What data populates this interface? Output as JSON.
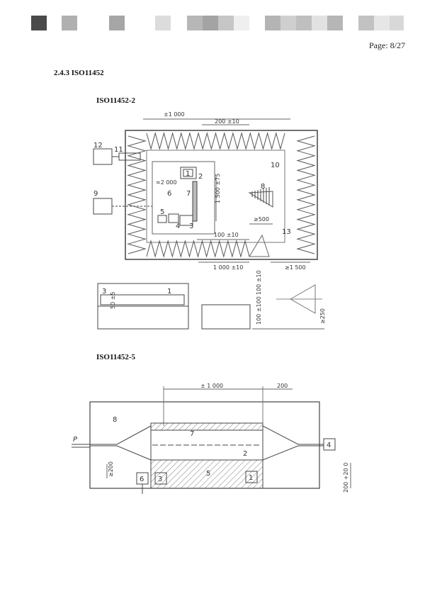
{
  "header": {
    "page_label": "Page: 8/27"
  },
  "section": {
    "title": "2.4.3 ISO11452"
  },
  "figures": {
    "fig1": {
      "title": "ISO11452-2",
      "labels": {
        "n1": "1",
        "n2": "2",
        "n3": "3",
        "n4": "4",
        "n5": "5",
        "n6": "6",
        "n7": "7",
        "n8": "8",
        "n9": "9",
        "n10": "10",
        "n11": "11",
        "n12": "12",
        "n13": "13",
        "d_1000_top": "±1 000",
        "d_200": "200 ±10",
        "d_2000": "≈2 000",
        "d_1500": "1 500 ±75",
        "d_100": "100 ±10",
        "d_500": "≥500",
        "d_1000_bottom": "1 000 ±10",
        "d_1500_bottom": "≥1 500",
        "e_3": "3",
        "e_1": "1",
        "e_50": "50 ±5",
        "e_100_top": "100 ±10",
        "e_100_mid": "100 ±100",
        "e_250": "≥250"
      }
    },
    "fig2": {
      "title": "ISO11452-5",
      "labels": {
        "d_1000": "± 1 000",
        "d_200": "200",
        "n8": "8",
        "n7": "7",
        "n2": "2",
        "n5": "5",
        "n1": "1",
        "n3": "3",
        "n6": "6",
        "n4": "4",
        "p": "P",
        "d_200_left": "≥200",
        "d_200_right": "200 +20 0"
      }
    }
  }
}
